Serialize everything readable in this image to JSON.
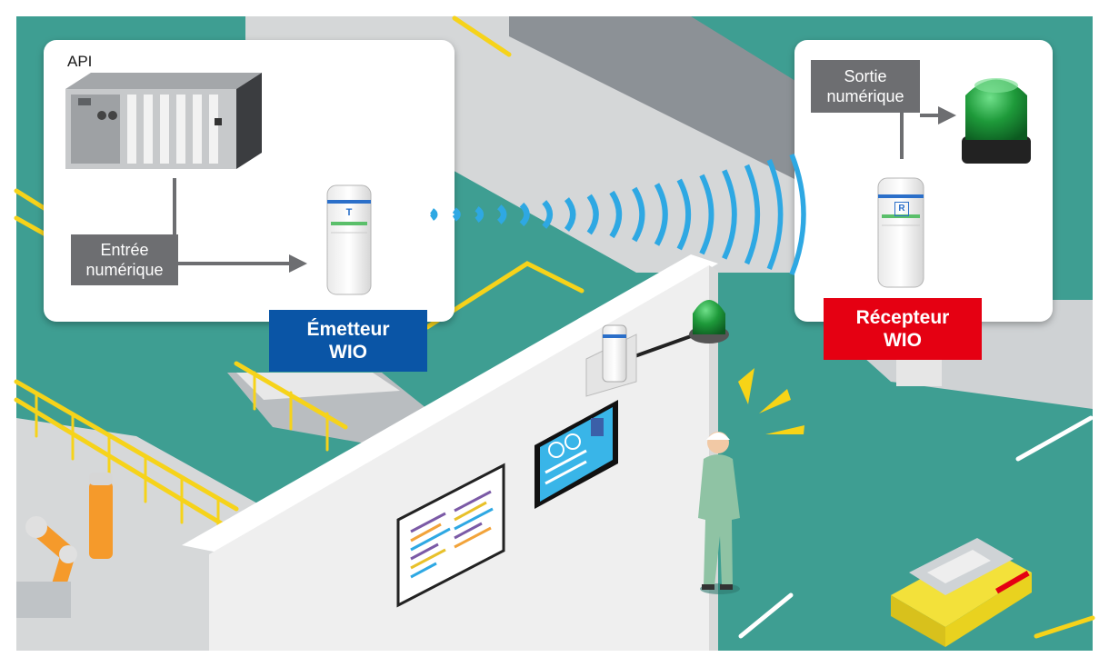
{
  "transmitter_panel": {
    "plc_label": "API",
    "input_label": "Entrée\nnumérique",
    "device_letter": "T"
  },
  "receiver_panel": {
    "output_label": "Sortie\nnumérique",
    "device_letter": "R"
  },
  "badges": {
    "transmitter": "Émetteur\nWIO",
    "receiver": "Récepteur\nWIO"
  },
  "colors": {
    "floor": "#3e9e92",
    "wall": "#efefef",
    "railing": "#f6d31a",
    "signal": "#2ea8e3",
    "transmitter_badge": "#0a55a6",
    "receiver_badge": "#e50012",
    "beacon": "#1e9a3a",
    "arrow": "#6d6e71"
  },
  "icons": [
    "plc-rack-icon",
    "wio-transmitter-icon",
    "wio-receiver-icon",
    "signal-waves-icon",
    "green-beacon-icon",
    "worker-icon",
    "alert-rays-icon",
    "monitor-icon",
    "document-board-icon",
    "agv-cart-icon",
    "robot-arm-icon"
  ]
}
